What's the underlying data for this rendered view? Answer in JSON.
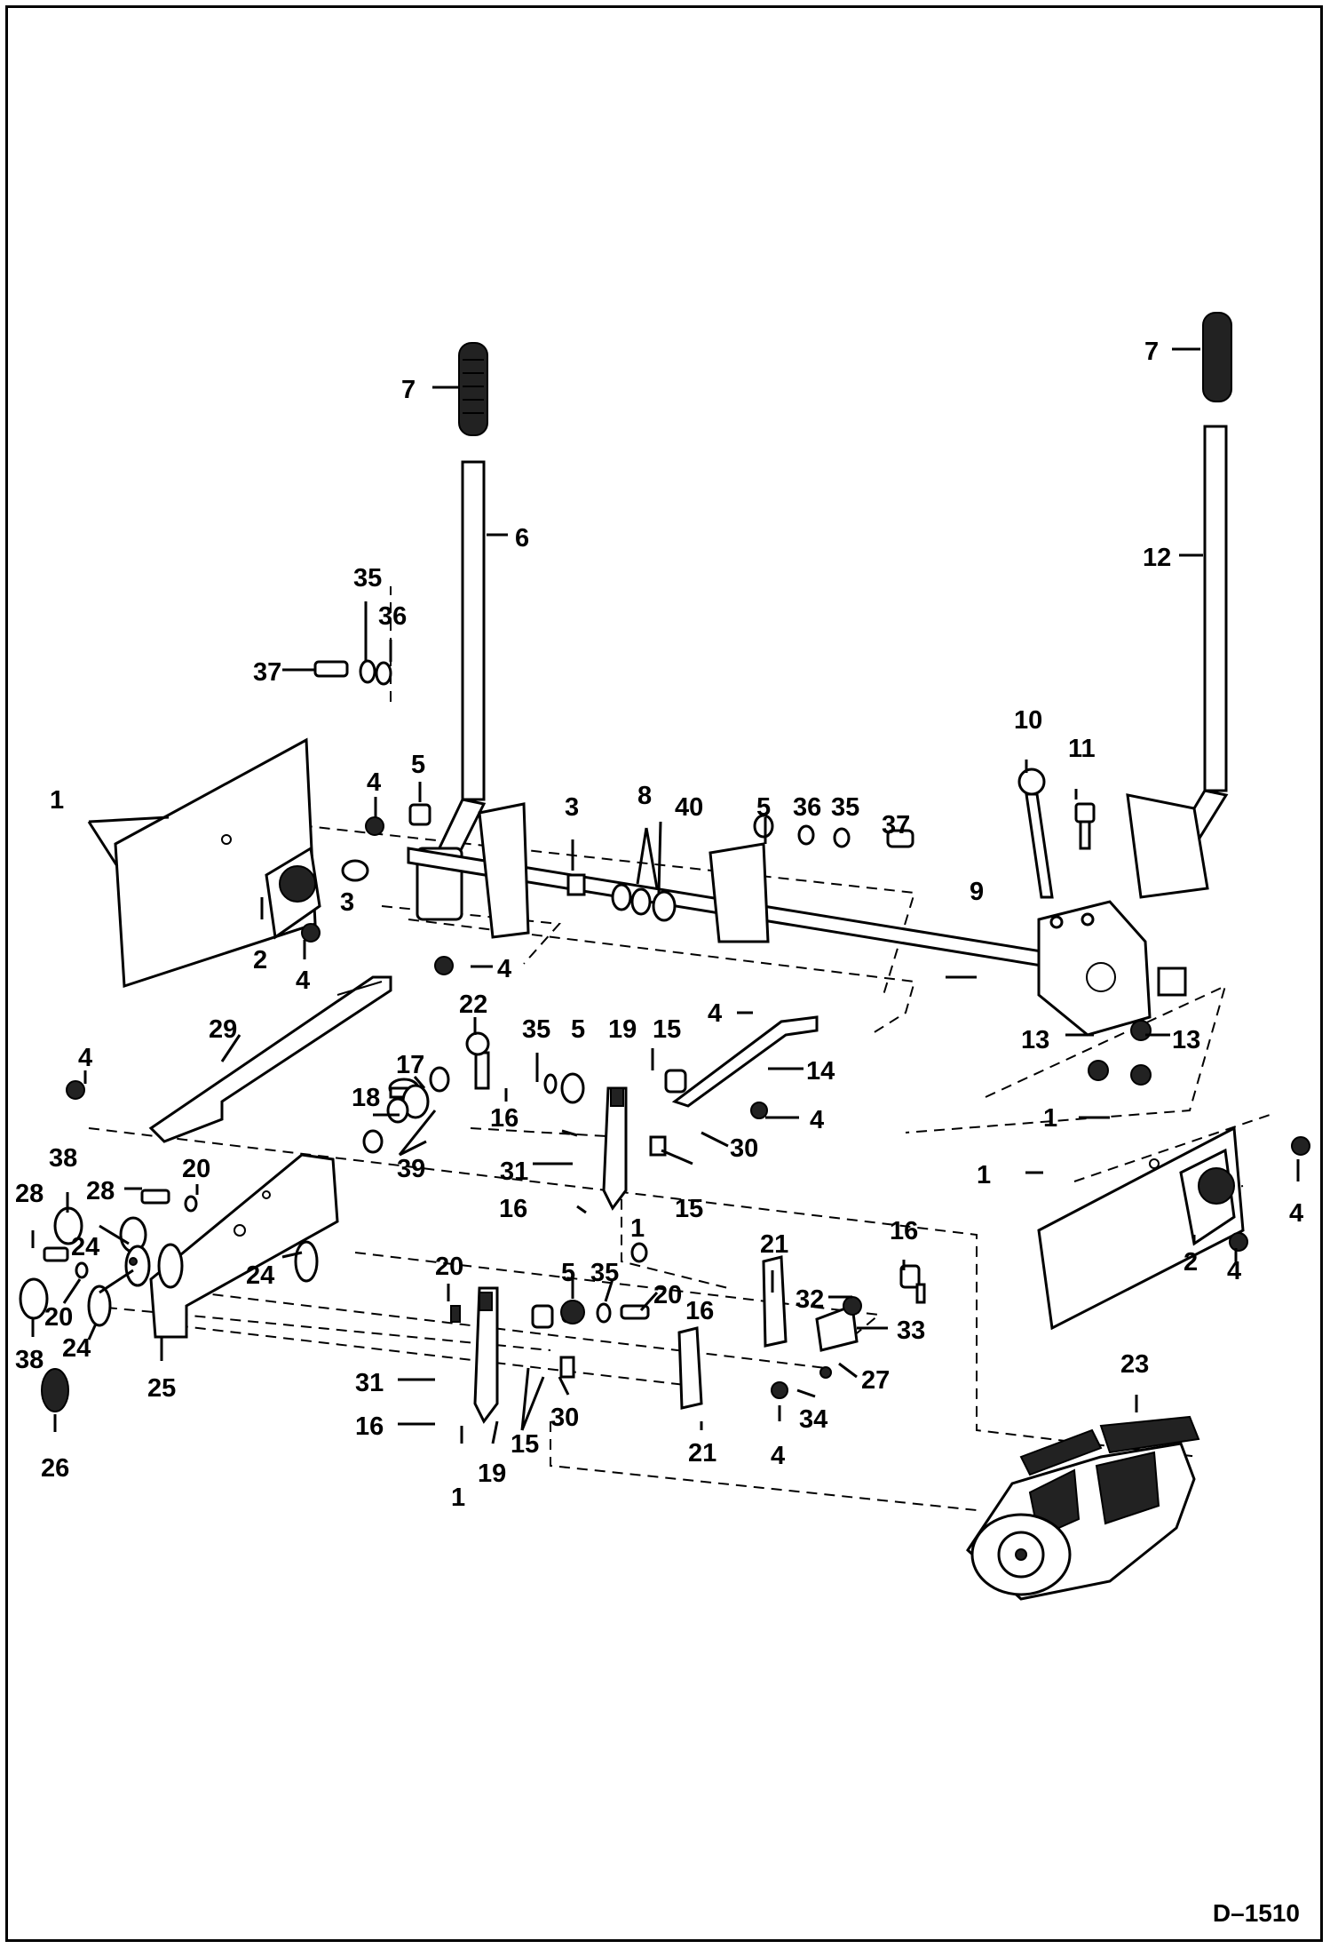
{
  "diagram": {
    "drawing_number": "D–1510",
    "callouts": [
      "1",
      "2",
      "3",
      "4",
      "5",
      "6",
      "7",
      "8",
      "9",
      "10",
      "11",
      "12",
      "13",
      "14",
      "15",
      "16",
      "17",
      "18",
      "19",
      "20",
      "21",
      "22",
      "23",
      "24",
      "25",
      "26",
      "27",
      "28",
      "29",
      "30",
      "31",
      "32",
      "33",
      "34",
      "35",
      "36",
      "37",
      "38",
      "39",
      "40"
    ]
  }
}
